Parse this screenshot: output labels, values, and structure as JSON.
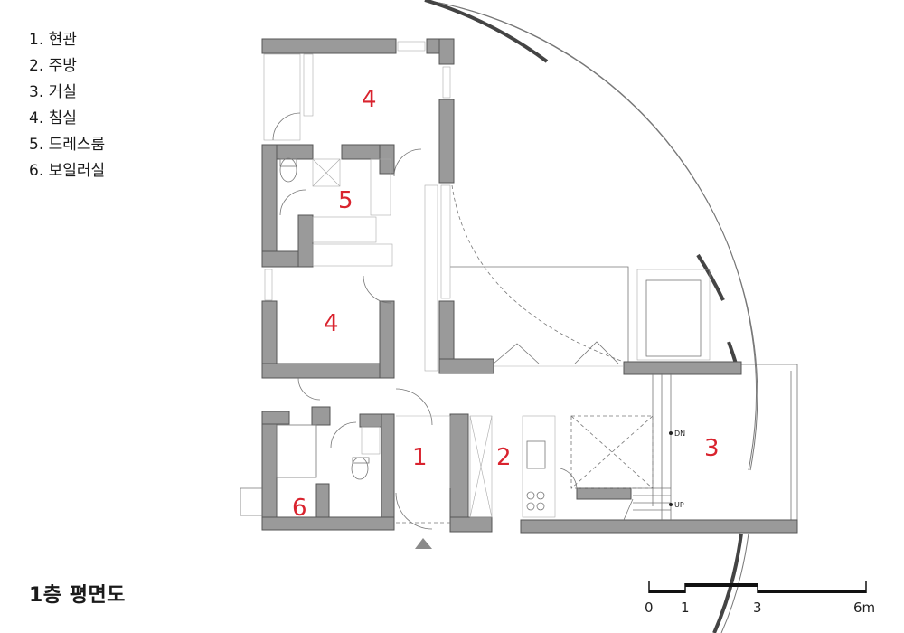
{
  "legend": [
    "1. 현관",
    "2. 주방",
    "3. 거실",
    "4. 침실",
    "5. 드레스룸",
    "6. 보일러실"
  ],
  "plan_title": "1층 평면도",
  "rooms": {
    "bedroom_top": "4",
    "dressroom": "5",
    "bedroom_mid": "4",
    "entrance": "1",
    "kitchen": "2",
    "living": "3",
    "boiler": "6"
  },
  "stair_labels": {
    "down": "DN",
    "up": "UP"
  },
  "scale_bar": {
    "labels": [
      "0",
      "1",
      "3",
      "6m"
    ],
    "unit": "m"
  }
}
